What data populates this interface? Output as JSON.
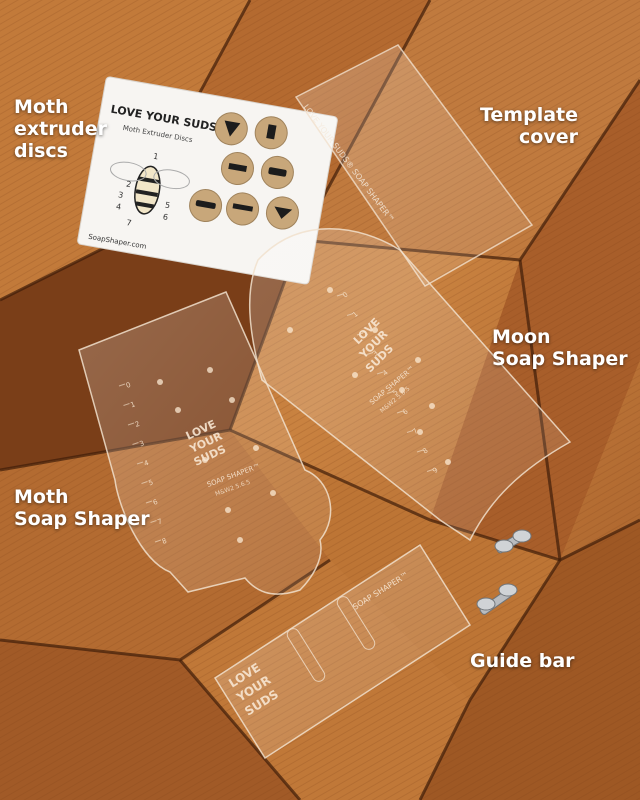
{
  "labels": {
    "moth_discs": [
      "Moth",
      "extruder",
      "discs"
    ],
    "template_cover": [
      "Template",
      "cover"
    ],
    "moon_shaper": [
      "Moon",
      "Soap Shaper"
    ],
    "moth_shaper": [
      "Moth",
      "Soap Shaper"
    ],
    "guide_bar": "Guide bar"
  },
  "card": {
    "brand": "LOVE YOUR SUDS®",
    "subtitle": "Moth Extruder Discs",
    "website": "SoapShaper.com",
    "numbers": [
      "1",
      "2",
      "3",
      "4",
      "5",
      "6",
      "7"
    ]
  },
  "engravings": {
    "brand_stack": [
      "LOVE",
      "YOUR",
      "SUDS"
    ],
    "soap_shaper": "SOAP SHAPER™",
    "moth_code": "M&W2 5.6.5",
    "moon_code": "M&W2 5.6.5",
    "cover_text": "LOVE YOUR SUDS® SOAP SHAPER™",
    "moth_ruler": [
      "0",
      "1",
      "2",
      "3",
      "4",
      "5",
      "6",
      "7",
      "8"
    ],
    "moon_ruler": [
      "0",
      "1",
      "2",
      "3",
      "4",
      "5",
      "6",
      "7",
      "8",
      "9"
    ]
  },
  "colors": {
    "wood_light": "#c47a3c",
    "wood_mid": "#a8612b",
    "wood_dark": "#6e3a17",
    "label_text": "#ffffff"
  }
}
